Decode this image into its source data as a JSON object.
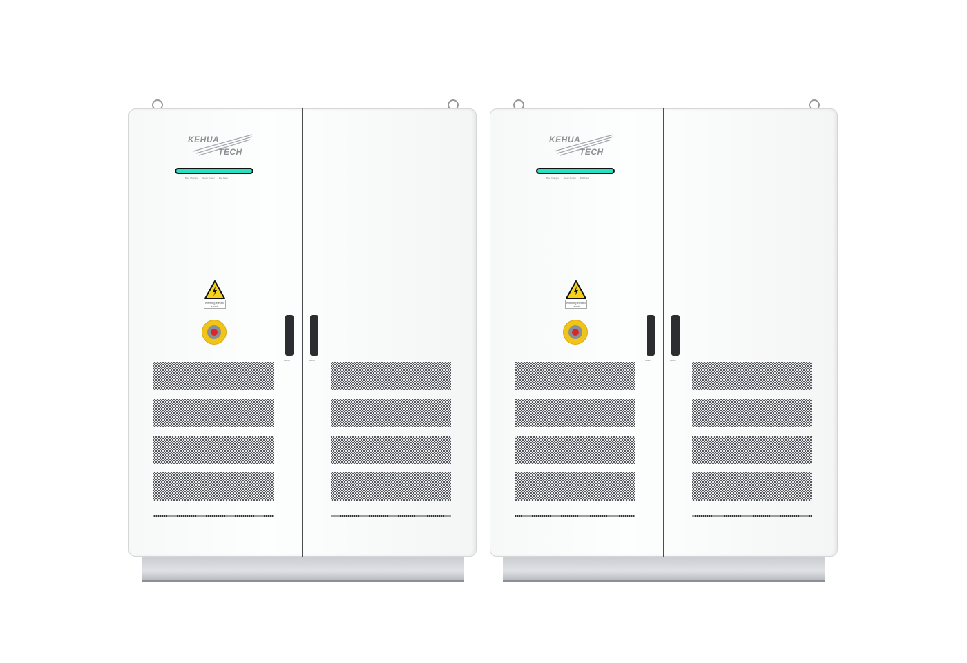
{
  "cabinets": [
    {
      "brand_line1": "KEHUA",
      "brand_line2": "TECH",
      "led_labels": [
        "Blue Charging",
        "Green Power",
        "Red Fault"
      ],
      "warning_label": "Warning electric shock",
      "handle_label": "OPEN"
    },
    {
      "brand_line1": "KEHUA",
      "brand_line2": "TECH",
      "led_labels": [
        "Blue Charging",
        "Green Power",
        "Red Fault"
      ],
      "warning_label": "Warning electric shock",
      "handle_label": "OPEN"
    }
  ],
  "colors": {
    "led_bar": "#29e0c0",
    "estop": "#f0c419",
    "estop_button": "#d9262b"
  }
}
